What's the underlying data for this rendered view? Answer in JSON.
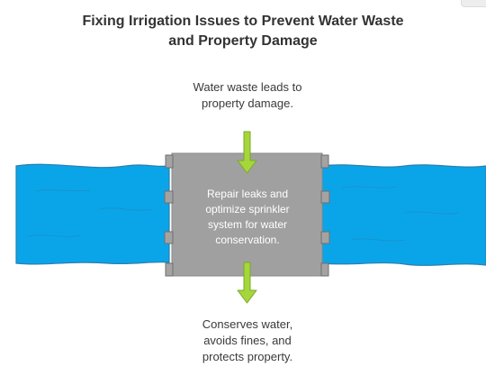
{
  "title": {
    "line1": "Fixing Irrigation Issues to Prevent Water Waste",
    "line2": "and Property Damage"
  },
  "top_note": {
    "line1": "Water waste leads to",
    "line2": "property damage."
  },
  "center_box": {
    "line1": "Repair leaks and",
    "line2": "optimize sprinkler",
    "line3": "system for water",
    "line4": "conservation."
  },
  "bottom_note": {
    "line1": "Conserves water,",
    "line2": "avoids fines, and",
    "line3": "protects property."
  },
  "colors": {
    "water": "#0aa5e8",
    "water_line": "#2c7fb0",
    "box_fill": "#a0a0a0",
    "box_edge": "#8a8a8a",
    "flange": "#a3a3a3",
    "flange_edge": "#6f6f6f",
    "arrow": "#a5d63b",
    "arrow_edge": "#7aa82a"
  }
}
